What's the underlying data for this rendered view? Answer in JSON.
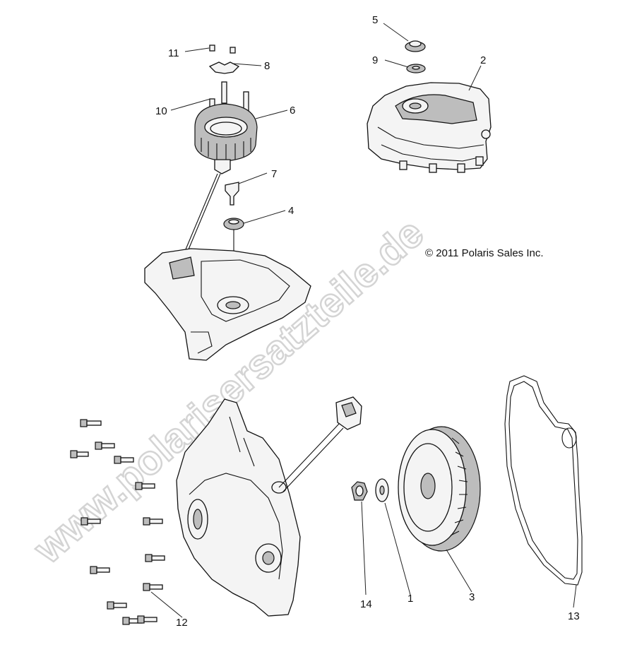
{
  "watermark": "www.polarisersatzteile.de",
  "copyright": "© 2011 Polaris Sales Inc.",
  "callouts": {
    "n1": "1",
    "n2": "2",
    "n3": "3",
    "n4": "4",
    "n5": "5",
    "n6": "6",
    "n7": "7",
    "n8": "8",
    "n9": "9",
    "n10": "10",
    "n11": "11",
    "n12": "12",
    "n13": "13",
    "n14": "14"
  }
}
